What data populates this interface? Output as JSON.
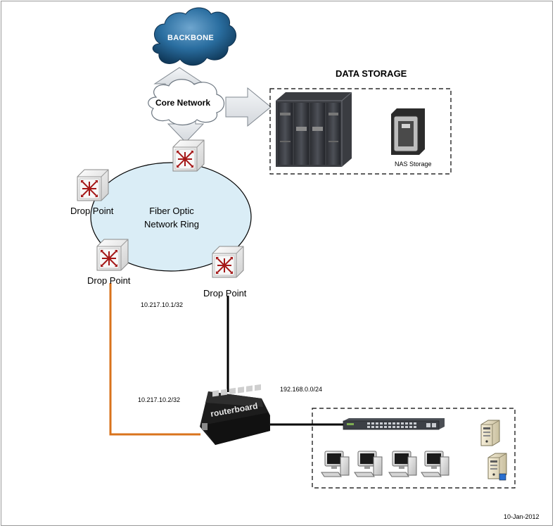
{
  "backbone": {
    "label": "BACKBONE"
  },
  "core": {
    "label": "Core Network"
  },
  "data_storage": {
    "title": "DATA STORAGE",
    "nas_label": "NAS Storage"
  },
  "ring": {
    "label_line1": "Fiber Optic",
    "label_line2": "Network Ring"
  },
  "drop_points": [
    {
      "label": "Drop Point"
    },
    {
      "label": "Drop Point"
    },
    {
      "label": "Drop Point"
    }
  ],
  "ip_labels": {
    "drop_link": "10.217.10.1/32",
    "router_link": "10.217.10.2/32",
    "lan": "192.168.0.0/24"
  },
  "router": {
    "brand": "routerboard"
  },
  "date": "10-Jan-2012",
  "colors": {
    "ring_fill": "#daedf6",
    "cloud": "#1f5b87",
    "orange_link": "#d9731c",
    "switch_icon_border": "#8a8a8a",
    "switch_icon_arrows": "#a51818",
    "router_body": "#1c1c1c"
  }
}
